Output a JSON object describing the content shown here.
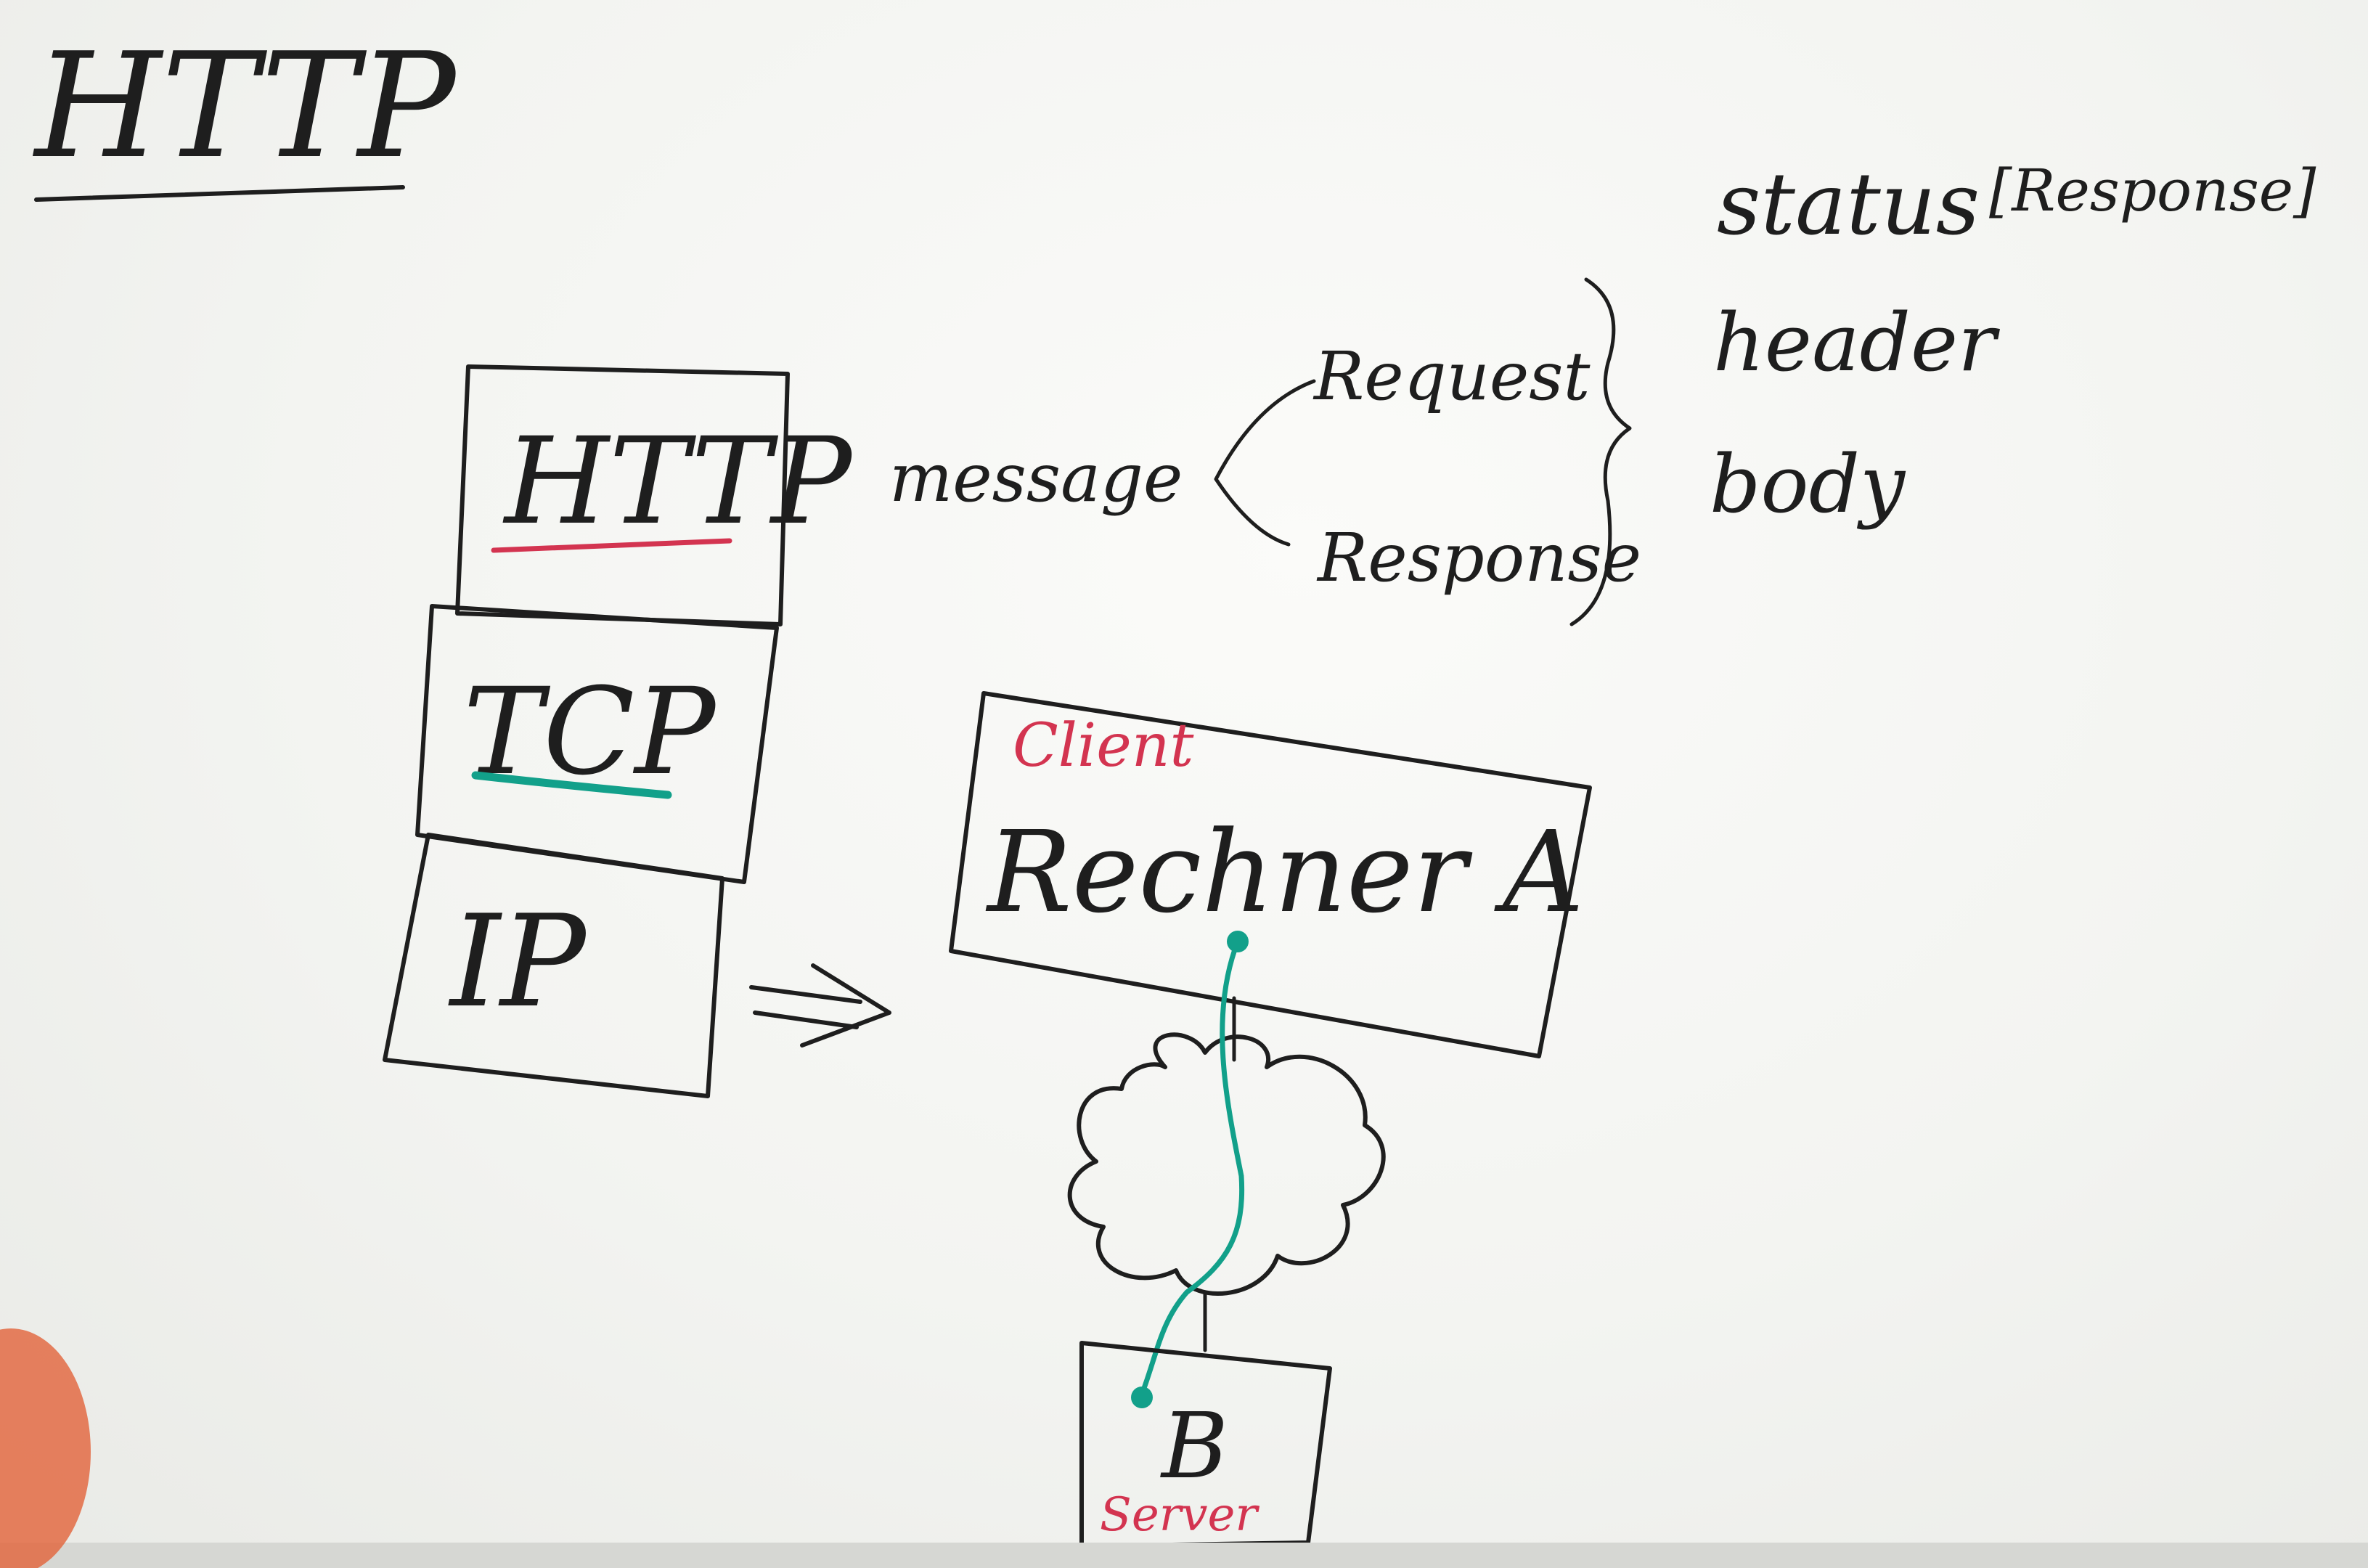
{
  "title": "HTTP",
  "stack": {
    "layers": [
      "HTTP",
      "TCP",
      "IP"
    ]
  },
  "message": {
    "label": "message",
    "request": "Request",
    "response": "Response"
  },
  "parts": {
    "status": "status",
    "status_note": "[Response]",
    "header": "header",
    "body": "body"
  },
  "network": {
    "client_role": "Client",
    "client_name": "Rechner A",
    "server_name": "B",
    "server_role": "Server"
  },
  "colors": {
    "ink": "#1e1e1e",
    "red": "#d33450",
    "teal": "#12a08a"
  }
}
